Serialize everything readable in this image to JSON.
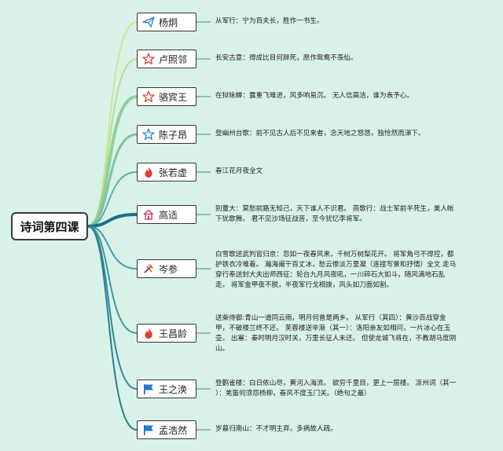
{
  "root": {
    "label": "诗词第四课"
  },
  "poets": [
    {
      "name": "杨炯",
      "icon": "paper-plane-icon",
      "note": "从军行：宁为百夫长，胜作一书生。"
    },
    {
      "name": "卢照邻",
      "icon": "red-star-icon",
      "note": "长安古意：得成比目何辞死，愿作鸳鸯不羡仙。"
    },
    {
      "name": "骆宾王",
      "icon": "red-star-icon",
      "note": "在狱咏蝉：露重飞难进，风多响易沉。 无人信高洁，谁为表予心。"
    },
    {
      "name": "陈子昂",
      "icon": "blue-star-icon",
      "note": "登幽州台歌：前不见古人后不见来者，念天地之悠悠，独怆然而涕下。"
    },
    {
      "name": "张若虚",
      "icon": "flame-icon",
      "note": "春江花月夜全文"
    },
    {
      "name": "高适",
      "icon": "house-icon",
      "note": "别董大：莫愁前路无知己，天下谁人不识君。 燕歌行：战士军前半死生，美人帐\n下犹歌舞。 君不见沙场征战苦，至今犹忆李将军。"
    },
    {
      "name": "岑参",
      "icon": "tools-icon",
      "note": "白雪歌送武判官归京：忽如一夜春风来，千树万树梨花开。 将军角弓不得控，都\n护铁衣冷难着。 瀚海阑干百丈冰，愁云惨淡万里凝（连接写景和抒情）全文 走马\n穿行奉送封大夫出师西征：轮台九月风夜吼，一川碎石大如斗，随风满地石乱\n走。 将军金甲夜不脱，半夜军行戈相拨，风头如刀面如割。"
    },
    {
      "name": "王昌龄",
      "icon": "flame-icon",
      "note": "送柴侍御:青山一道同云雨，明月何曾是两乡。 从军行（其四）：黄沙百战穿金\n甲，不破楼兰终不还。 芙蓉楼送辛渐（其一）：洛阳亲友如相问，一片冰心在玉\n壶。 出塞：秦时明月汉时关，万里长征人未还。 但使龙城飞将在，不教胡马度阴\n山。"
    },
    {
      "name": "王之涣",
      "icon": "blue-flag-icon",
      "note": "登鹳雀楼：白日依山尽，黄河入海流。 欲穷千里目，更上一层楼。 凉州词（其一\n）：羌笛何须怨杨柳，春风不度玉门关。（绝句之最）"
    },
    {
      "name": "孟浩然",
      "icon": "blue-flag-icon",
      "note": "岁暮归南山：不才明主弃，多病故人疏。"
    }
  ]
}
